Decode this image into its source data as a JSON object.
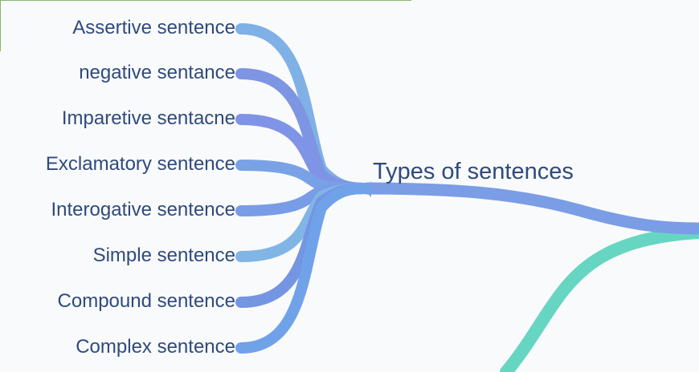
{
  "central_topic": "Types of sentences",
  "branches": [
    {
      "label": "Assertive sentence",
      "color": "#7fb0e6"
    },
    {
      "label": "negative sentance",
      "color": "#7e95e3"
    },
    {
      "label": "Imparetive sentacne",
      "color": "#7f94e6"
    },
    {
      "label": "Exclamatory sentence",
      "color": "#79a2e6"
    },
    {
      "label": "Interogative sentence",
      "color": "#789de6"
    },
    {
      "label": "Simple sentence",
      "color": "#80b5e6"
    },
    {
      "label": "Compound sentence",
      "color": "#7495e2"
    },
    {
      "label": "Complex sentence",
      "color": "#6fa2e8"
    }
  ],
  "main_trunk_color": "#7b9de6",
  "secondary_branch_color": "#66d6c3"
}
